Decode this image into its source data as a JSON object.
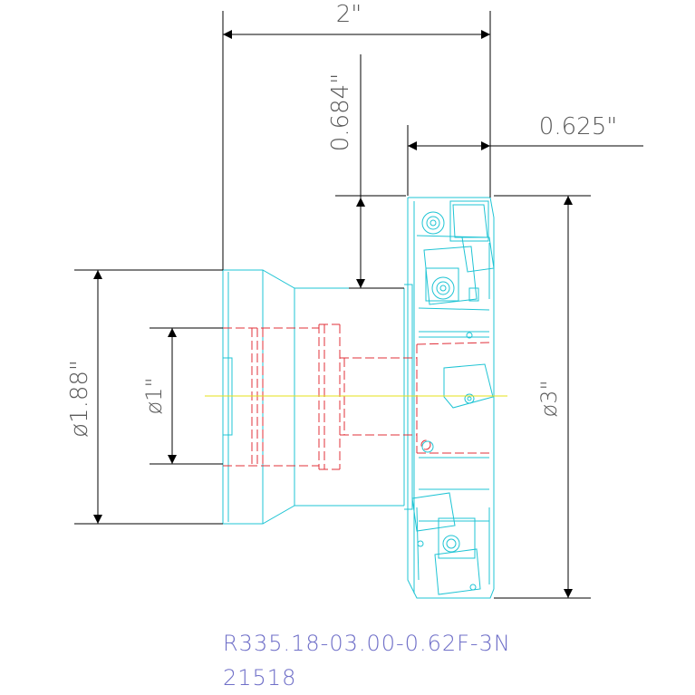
{
  "drawing": {
    "dimensions": {
      "overall_length": "2\"",
      "shank_step": "0.684\"",
      "insert_projection": "0.625\"",
      "shank_diameter": "ø1.88\"",
      "bore_diameter": "ø1\"",
      "cutter_diameter": "ø3\""
    },
    "part_number": "R335.18-03.00-0.62F-3N",
    "item_code": "21518"
  },
  "colors": {
    "outline": "#1fc4d4",
    "hidden": "#e0303a",
    "dimension": "#000000",
    "centerline": "#e6e21a",
    "caption": "#6f6fc8"
  }
}
